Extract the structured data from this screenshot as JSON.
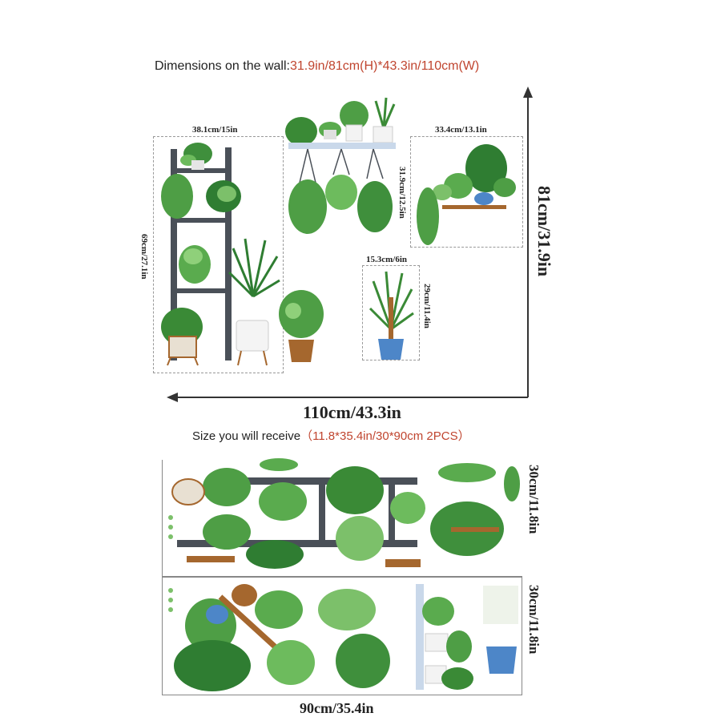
{
  "top_heading": {
    "label": "Dimensions on the wall:",
    "value": "31.9in/81cm(H)*43.3in/110cm(W)"
  },
  "wall_layout": {
    "ladder": {
      "width_label": "38.1cm/15in",
      "height_label": "69cm/27.1in"
    },
    "hanging_shelf": {
      "height_label": "31.9cm/12.5in"
    },
    "wall_shelf": {
      "width_label": "33.4cm/13.1in"
    },
    "potted_tree": {
      "width_label": "15.3cm/6in",
      "height_label": "29cm/11.4in"
    },
    "total_height": "81cm/31.9in",
    "total_width": "110cm/43.3in"
  },
  "receive_heading": {
    "label": "Size you will receive",
    "value": "（11.8*35.4in/30*90cm 2PCS）"
  },
  "sheets": {
    "sheet1_height": "30cm/11.8in",
    "sheet2_height": "30cm/11.8in",
    "width": "90cm/35.4in"
  },
  "colors": {
    "accent_text": "#c0452f",
    "leaf_dark": "#2f7d32",
    "leaf_light": "#7cc06a",
    "ladder": "#4a5058",
    "pot_blue": "#4d86c8",
    "pot_wood": "#a5672e"
  }
}
